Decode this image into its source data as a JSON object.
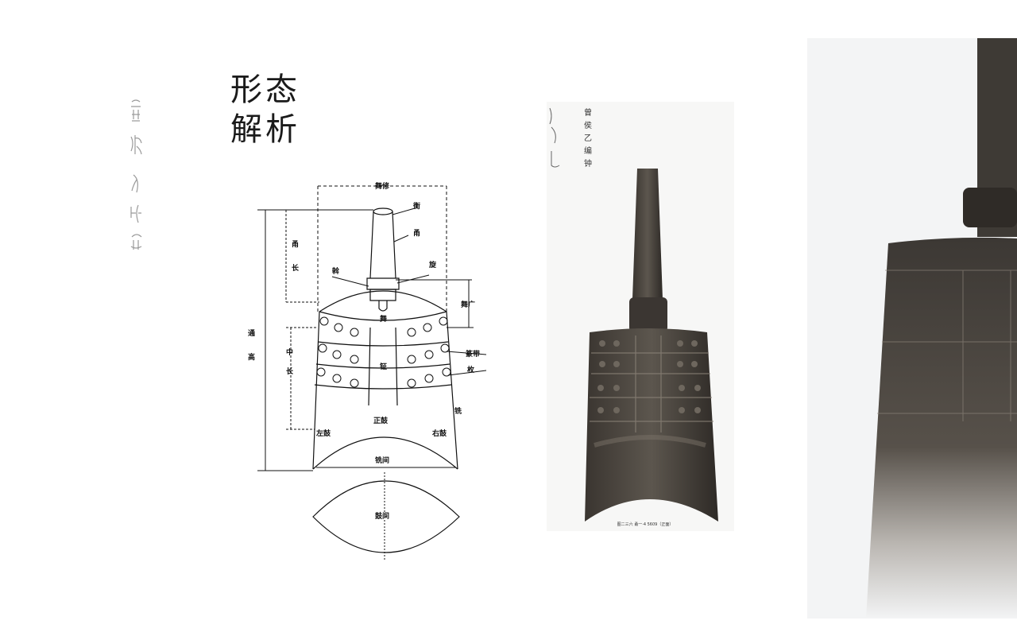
{
  "page": {
    "title_line1": "形态",
    "title_line2": "解析"
  },
  "diagram": {
    "labels": {
      "wu_xiu": "舞修",
      "heng": "衡",
      "yong": "甬",
      "xuan": "旋",
      "gan": "斡",
      "yong_chang": "甬",
      "yong_chang2": "长",
      "wu_guang": "舞广",
      "tong": "通",
      "gao": "高",
      "zhong": "中",
      "chang": "长",
      "wu": "舞",
      "zheng": "钲",
      "zhuan_dai": "篆带",
      "mei": "枚",
      "xian": "铣",
      "zheng_gu": "正鼓",
      "zuo_gu": "左鼓",
      "you_gu": "右鼓",
      "xian_jian": "铣间",
      "gu_jian": "鼓间"
    }
  },
  "photo": {
    "side_title": "曾侯乙编钟",
    "caption": "图二三六  甬一·4 5609（正面）"
  }
}
